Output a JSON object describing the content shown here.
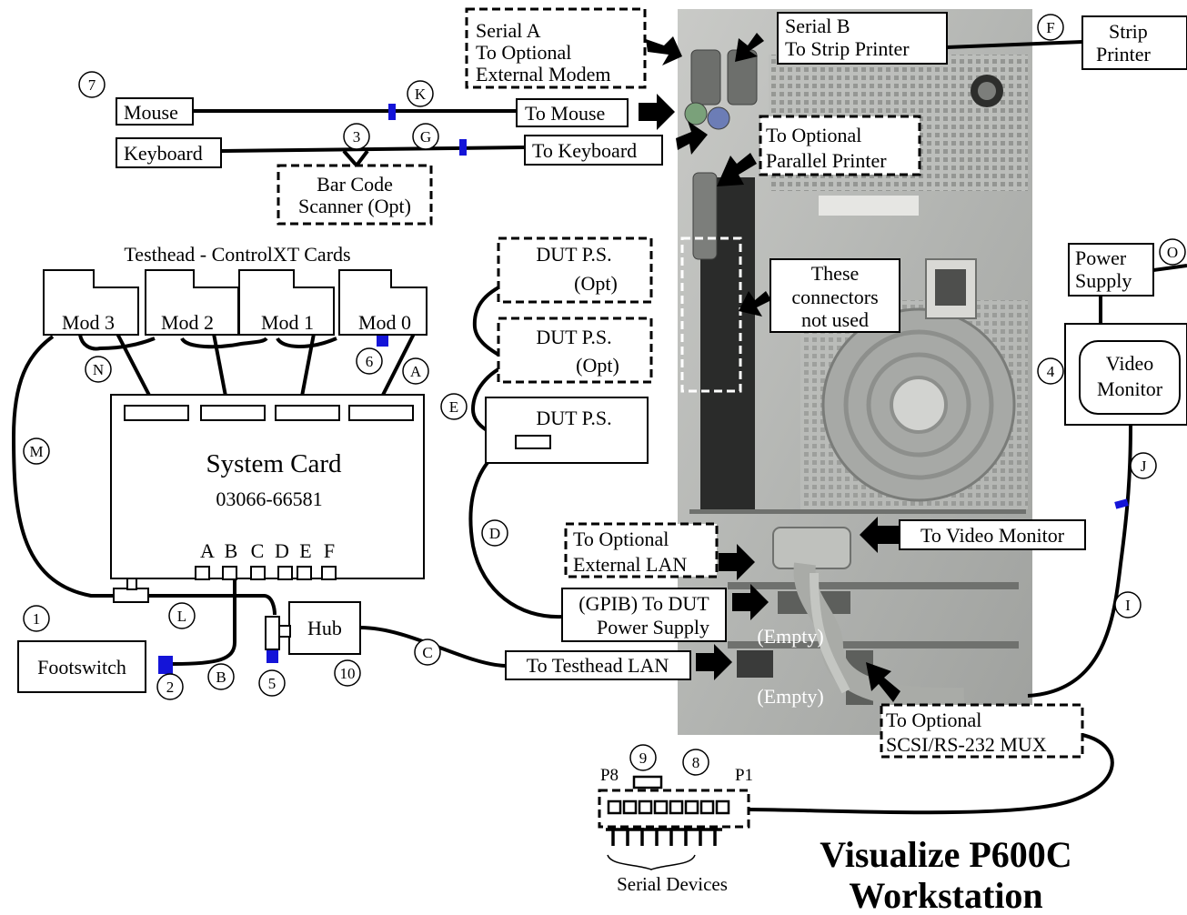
{
  "diagram": {
    "title_line1": "Visualize P600C",
    "title_line2": "Workstation",
    "testhead_title": "Testhead - ControlXT Cards",
    "modules": [
      "Mod 3",
      "Mod 2",
      "Mod 1",
      "Mod 0"
    ],
    "system_card": {
      "name": "System Card",
      "part": "03066-66581",
      "ports": [
        "A",
        "B",
        "C",
        "D",
        "E",
        "F"
      ]
    },
    "devices": {
      "mouse": "Mouse",
      "keyboard": "Keyboard",
      "barcode_line1": "Bar Code",
      "barcode_line2": "Scanner (Opt)",
      "footswitch": "Footswitch",
      "hub": "Hub",
      "strip_printer_line1": "Strip",
      "strip_printer_line2": "Printer",
      "power_supply_line1": "Power",
      "power_supply_line2": "Supply",
      "video_monitor_line1": "Video",
      "video_monitor_line2": "Monitor",
      "dut_ps_opt1_line1": "DUT P.S.",
      "dut_ps_opt1_line2": "(Opt)",
      "dut_ps_opt2_line1": "DUT P.S.",
      "dut_ps_opt2_line2": "(Opt)",
      "dut_ps": "DUT P.S.",
      "serial_devices": "Serial Devices",
      "mux_p8": "P8",
      "mux_p1": "P1"
    },
    "callouts": {
      "serial_a_line1": "Serial A",
      "serial_a_line2": "To Optional",
      "serial_a_line3": "External Modem",
      "serial_b_line1": "Serial B",
      "serial_b_line2": "To Strip Printer",
      "to_mouse": "To Mouse",
      "to_keyboard": "To Keyboard",
      "parallel_line1": "To Optional",
      "parallel_line2": "Parallel Printer",
      "not_used_line1": "These",
      "not_used_line2": "connectors",
      "not_used_line3": "not used",
      "to_video_monitor": "To Video Monitor",
      "ext_lan_line1": "To Optional",
      "ext_lan_line2": "External LAN",
      "gpib_line1": "(GPIB) To DUT",
      "gpib_line2": "Power Supply",
      "to_testhead_lan": "To Testhead LAN",
      "mux_line1": "To Optional",
      "mux_line2": "SCSI/RS-232 MUX",
      "empty1": "(Empty)",
      "empty2": "(Empty)"
    },
    "markers": {
      "n1": "1",
      "n2": "2",
      "n3": "3",
      "n4": "4",
      "n5": "5",
      "n6": "6",
      "n7": "7",
      "n8": "8",
      "n9": "9",
      "n10": "10",
      "A": "A",
      "B": "B",
      "C": "C",
      "D": "D",
      "E": "E",
      "F": "F",
      "G": "G",
      "I": "I",
      "J": "J",
      "K": "K",
      "L": "L",
      "M": "M",
      "N": "N",
      "O": "O"
    },
    "colors": {
      "connector_blue": "#1414d8",
      "chassis_gray": "#b9bbb8",
      "chassis_dark": "#6f716e"
    }
  }
}
